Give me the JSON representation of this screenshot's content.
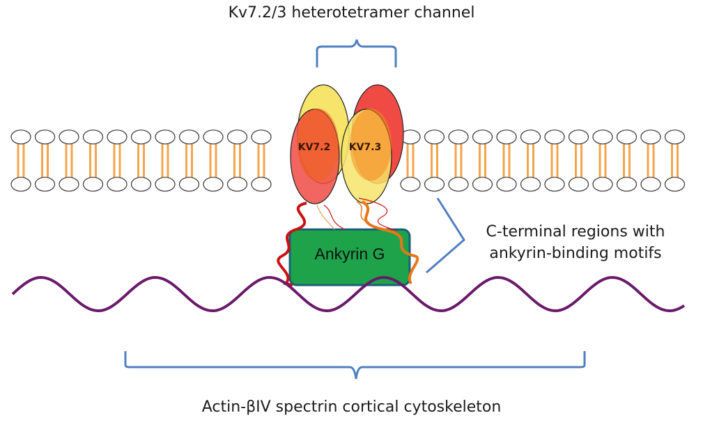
{
  "labels": {
    "channel_title": "Kv7.2/3 heterotetramer channel",
    "cterminal_line1": "C-terminal regions with",
    "cterminal_line2": "ankyrin-binding motifs",
    "cytoskeleton": "Actin-βIV spectrin cortical cytoskeleton",
    "subunit_left": "KV7.2",
    "subunit_right": "KV7.3",
    "ankyrin": "Ankyrin G"
  },
  "colors": {
    "lipid_head_stroke": "#444444",
    "lipid_tail": "#f5a44a",
    "bracket": "#4f7fbf",
    "subunit_red": "#ef4b44",
    "subunit_yellow": "#f7e46b",
    "subunit_orange": "#f58a1f",
    "ankyrin_fill": "#1ea34a",
    "ankyrin_stroke": "#1b5e7a",
    "cytoskeleton_wave": "#6a1a6a",
    "tail_red": "#cc1111",
    "tail_orange": "#e8761a"
  },
  "icons": {
    "membrane": "lipid-bilayer",
    "channel": "ion-channel-subunits",
    "cytoskeleton": "wavy-filament"
  }
}
